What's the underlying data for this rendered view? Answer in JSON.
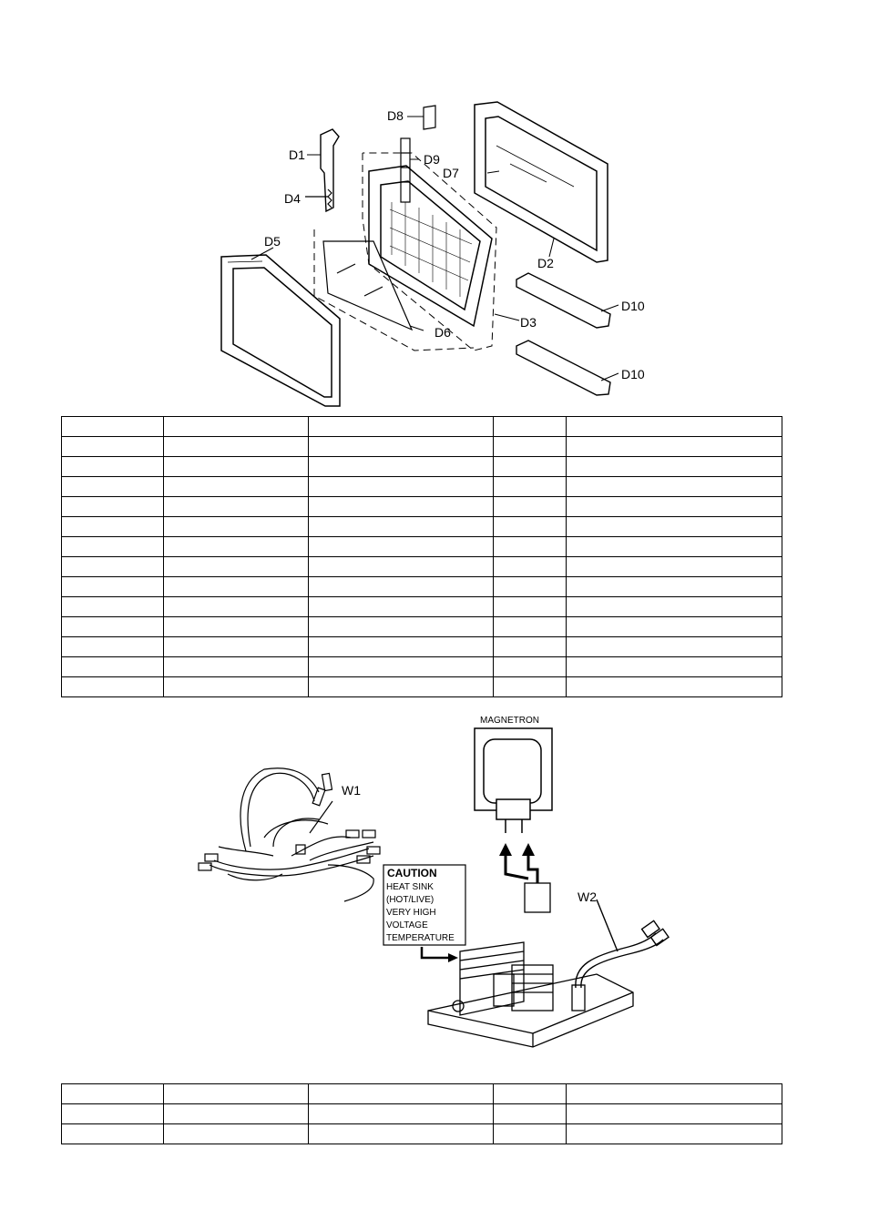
{
  "door_diagram": {
    "labels": {
      "d1": "D1",
      "d2": "D2",
      "d3": "D3",
      "d4": "D4",
      "d5": "D5",
      "d6": "D6",
      "d7": "D7",
      "d8": "D8",
      "d9": "D9",
      "d10a": "D10",
      "d10b": "D10"
    }
  },
  "table1": {
    "rows": [
      [
        "",
        "",
        "",
        "",
        ""
      ],
      [
        "",
        "",
        "",
        "",
        ""
      ],
      [
        "",
        "",
        "",
        "",
        ""
      ],
      [
        "",
        "",
        "",
        "",
        ""
      ],
      [
        "",
        "",
        "",
        "",
        ""
      ],
      [
        "",
        "",
        "",
        "",
        ""
      ],
      [
        "",
        "",
        "",
        "",
        ""
      ],
      [
        "",
        "",
        "",
        "",
        ""
      ],
      [
        "",
        "",
        "",
        "",
        ""
      ],
      [
        "",
        "",
        "",
        "",
        ""
      ],
      [
        "",
        "",
        "",
        "",
        ""
      ],
      [
        "",
        "",
        "",
        "",
        ""
      ],
      [
        "",
        "",
        "",
        "",
        ""
      ],
      [
        "",
        "",
        "",
        "",
        ""
      ]
    ]
  },
  "wiring_diagram": {
    "w1": "W1",
    "w2": "W2",
    "magnetron": "MAGNETRON",
    "caution": {
      "title": "CAUTION",
      "lines": [
        "HEAT SINK",
        "(HOT/LIVE)",
        "VERY HIGH",
        "VOLTAGE",
        "TEMPERATURE"
      ]
    }
  },
  "table2": {
    "rows": [
      [
        "",
        "",
        "",
        "",
        ""
      ],
      [
        "",
        "",
        "",
        "",
        ""
      ],
      [
        "",
        "",
        "",
        "",
        ""
      ]
    ]
  }
}
